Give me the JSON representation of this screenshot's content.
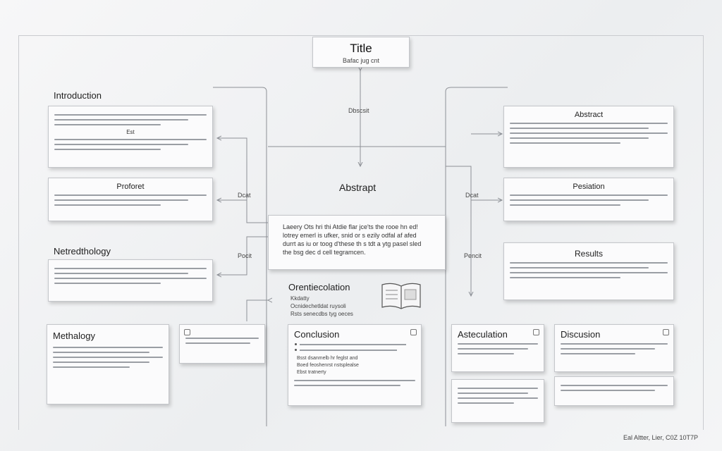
{
  "diagram": {
    "title_box": {
      "title": "Title",
      "subtitle": "Bafac jug cnt"
    },
    "edge_labels": {
      "top_center": "Dbscsit",
      "left_upper": "Dcat",
      "left_lower": "Pocit",
      "right_upper": "Dcat",
      "right_lower": "Pencit"
    },
    "center_heading": "Abstrapt",
    "center_text": "Laeery Ots hri thi Atdie flar jce'ts the rooe hn ed! lotrey emerl is ufker, snid or s ezily odfal af afed durrt as iu or toog d'these th s tdt a ytg pasel sled the bsg dec d cell tegramcen.",
    "left_column": {
      "introduction": "Introduction",
      "introduction_sub": "Est",
      "proforet": "Proforet",
      "netredthology": "Netredthology",
      "methalogy": "Methalogy"
    },
    "center_column": {
      "orentiecolation": "Orentiecolation",
      "orentiecolation_items": [
        "Kkdatty",
        "Ocnidechetldat ruysoli",
        "Rsts senecdbs tyg oeces"
      ],
      "conclusion": "Conclusion",
      "conclusion_items": [
        "Bsst dsanmelb hr feglst and",
        "Boed feoshenrst nstsplealse",
        "Ebst tratnerty"
      ]
    },
    "right_column": {
      "abstract": "Abstract",
      "pesiation": "Pesiation",
      "results": "Results",
      "asteculation": "Asteculation",
      "discusion": "Discusion"
    },
    "footer": "Eal Altter, Lier, C0Z 10T7P"
  },
  "colors": {
    "background": "#eef0f2",
    "box_fill": "#fbfbfc",
    "box_border": "#c4c6ca",
    "connector": "#8d9096",
    "text_lines": "#9a9ea4"
  }
}
